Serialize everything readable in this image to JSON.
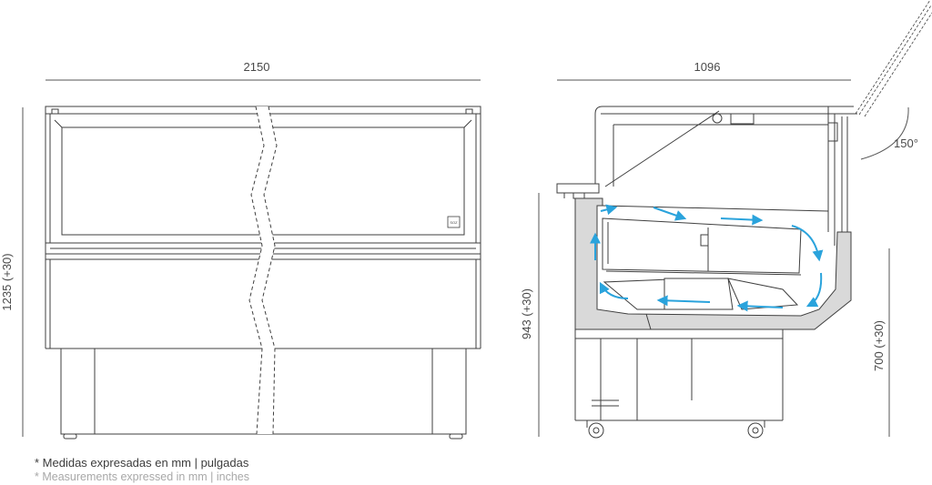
{
  "dimensions": {
    "front_width": "2150",
    "front_height": "1235  (+30)",
    "side_depth": "1096",
    "side_counter_height": "943  (+30)",
    "side_tank_height": "700  (+30)",
    "lid_angle": "150°"
  },
  "badge": "SOZ",
  "notes": {
    "es": "* Medidas expresadas en mm  |  pulgadas",
    "en": "* Measurements expressed in mm  |  inches"
  },
  "colors": {
    "line": "#3f3f3f",
    "airflow_arrow": "#2aa3dc",
    "tank_fill": "#d9d9d9"
  }
}
